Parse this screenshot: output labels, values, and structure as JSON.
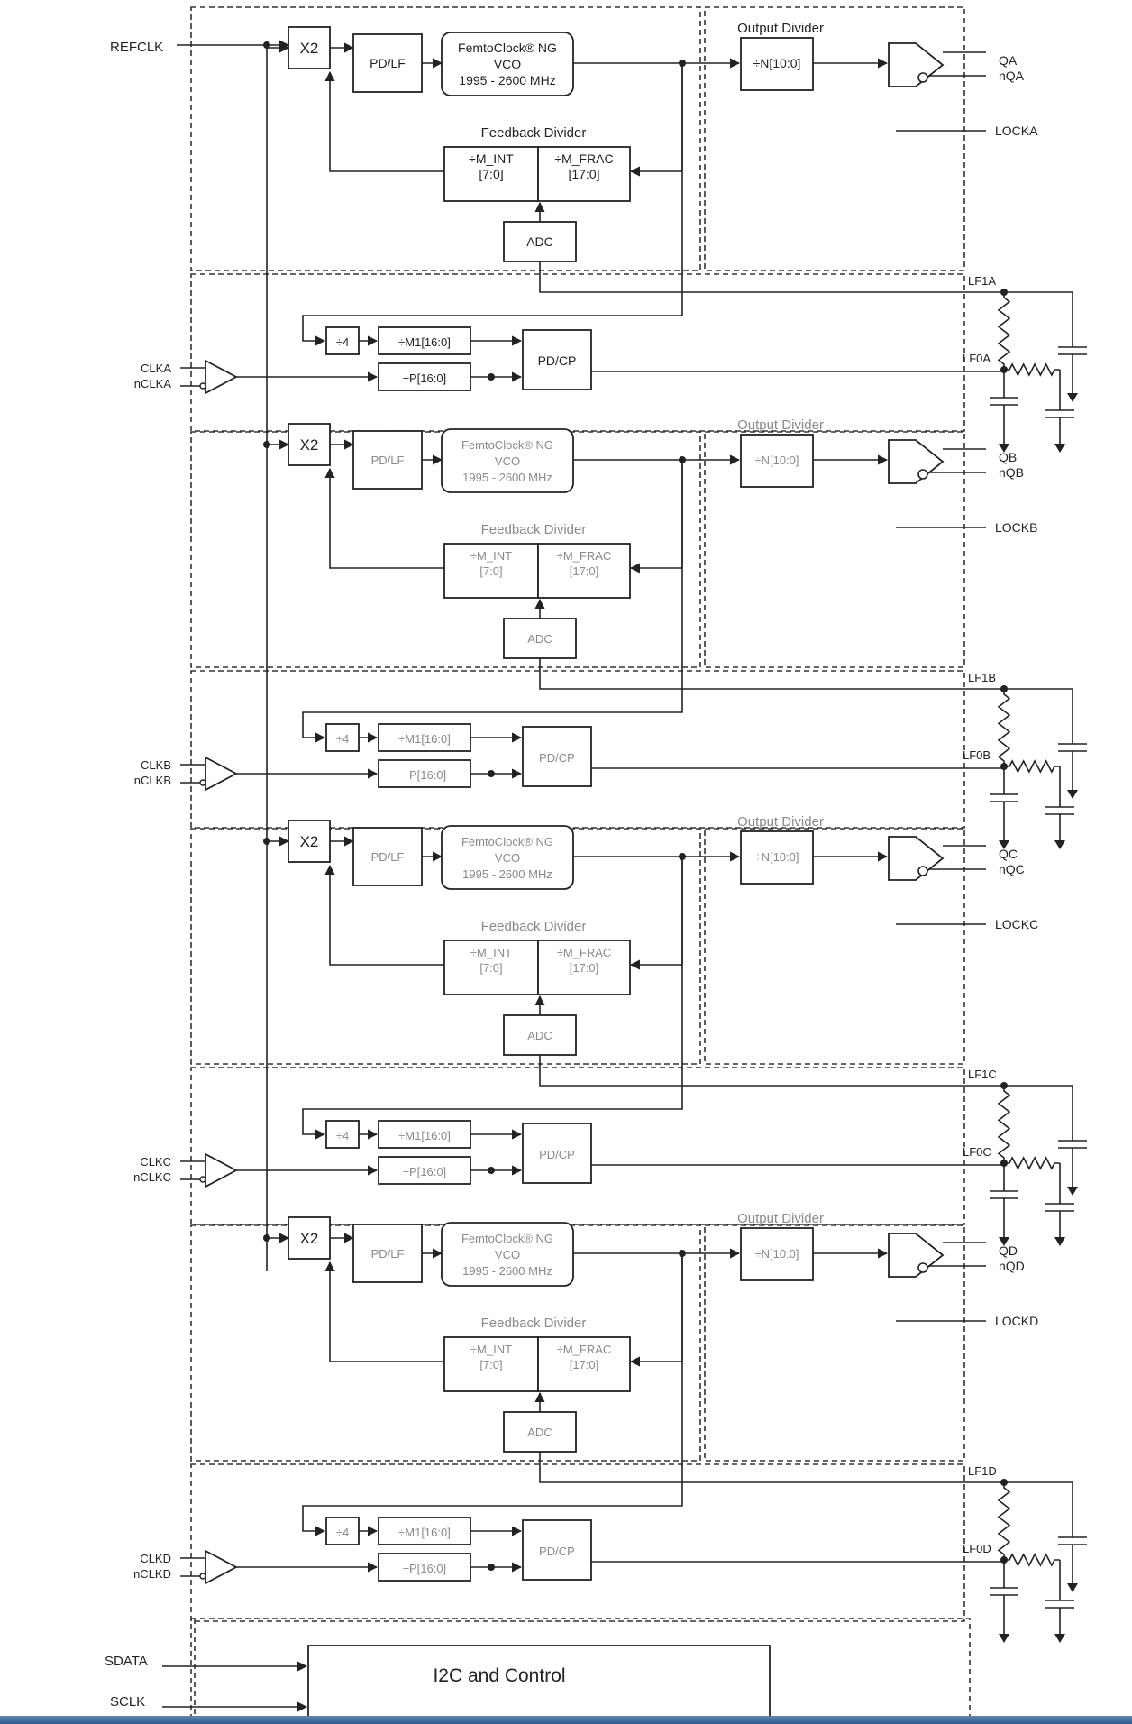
{
  "refclk": "REFCLK",
  "x2": "X2",
  "pdlf": "PD/LF",
  "vco": {
    "line1": "FemtoClock® NG",
    "line2": "VCO",
    "line3": "1995 - 2600 MHz"
  },
  "output_divider": "Output Divider",
  "n_div": "÷N[10:0]",
  "feedback_divider": "Feedback Divider",
  "m_int": {
    "line1": "÷M_INT",
    "line2": "[7:0]"
  },
  "m_frac": {
    "line1": "÷M_FRAC",
    "line2": "[17:0]"
  },
  "adc": "ADC",
  "div4": "÷4",
  "m1_div": "÷M1[16:0]",
  "p_div": "÷P[16:0]",
  "pdcp": "PD/CP",
  "channels": [
    {
      "q": "QA",
      "nq": "nQA",
      "lock": "LOCKA",
      "lf1": "LF1A",
      "lf0": "LF0A",
      "clk": "CLKA",
      "nclk": "nCLKA"
    },
    {
      "q": "QB",
      "nq": "nQB",
      "lock": "LOCKB",
      "lf1": "LF1B",
      "lf0": "LF0B",
      "clk": "CLKB",
      "nclk": "nCLKB"
    },
    {
      "q": "QC",
      "nq": "nQC",
      "lock": "LOCKC",
      "lf1": "LF1C",
      "lf0": "LF0C",
      "clk": "CLKC",
      "nclk": "nCLKC"
    },
    {
      "q": "QD",
      "nq": "nQD",
      "lock": "LOCKD",
      "lf1": "LF1D",
      "lf0": "LF0D",
      "clk": "CLKD",
      "nclk": "nCLKD"
    }
  ],
  "sdata": "SDATA",
  "sclk": "SCLK",
  "i2c": "I2C and Control"
}
